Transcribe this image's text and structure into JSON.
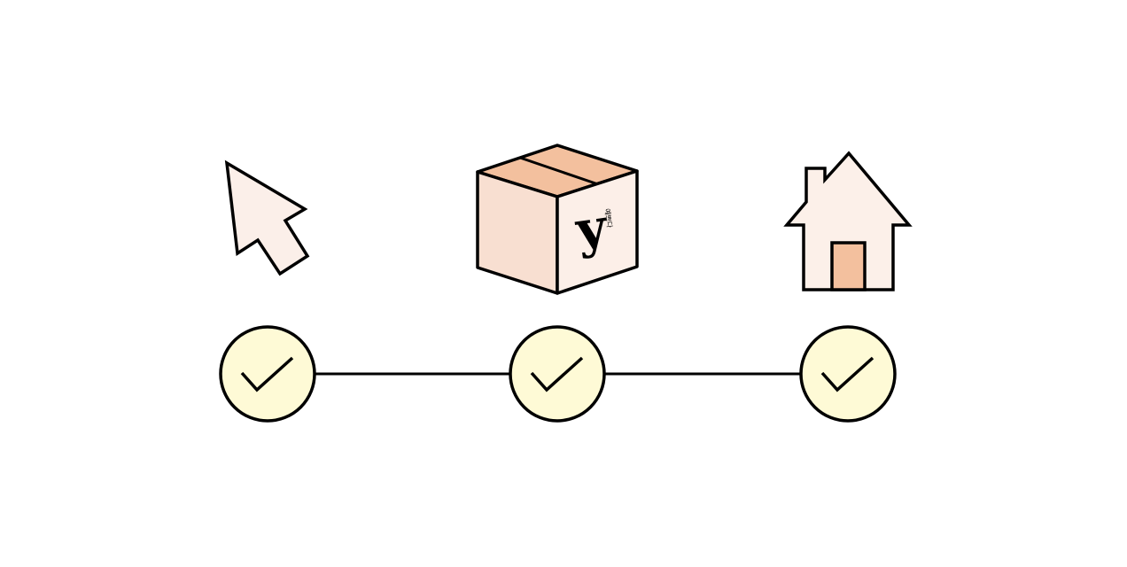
{
  "colors": {
    "background": "#ffffff",
    "stroke": "#000000",
    "cursor_fill": "#fbefe9",
    "box_top": "#f3c09e",
    "box_left": "#f8dfd1",
    "box_right": "#fcefe8",
    "house_fill": "#fcf0e9",
    "door_fill": "#f3c09e",
    "check_fill": "#fefad6"
  },
  "steps": [
    {
      "icon": "cursor-icon",
      "status": "complete",
      "check_icon": "checkmark-icon"
    },
    {
      "icon": "package-box-icon",
      "status": "complete",
      "check_icon": "checkmark-icon"
    },
    {
      "icon": "house-icon",
      "status": "complete",
      "check_icon": "checkmark-icon"
    }
  ],
  "box_logo": {
    "letter": "y",
    "korean": "예쁘다"
  }
}
